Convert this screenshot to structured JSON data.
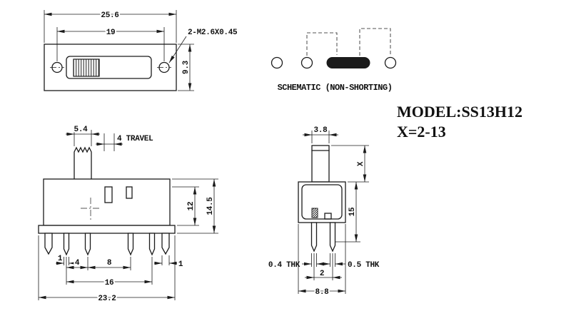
{
  "drawing": {
    "background": "#ffffff",
    "line_color": "#1b1b1b"
  },
  "model_info": {
    "model": "MODEL:SS13H12",
    "x_range": "X=2-13"
  },
  "schematic": {
    "caption": "SCHEMATIC (NON-SHORTING)"
  },
  "top_view": {
    "thread_callout": "2-M2.6X0.45",
    "dims": {
      "overall_width": "25.6",
      "hole_spacing": "19",
      "body_height": "9.3"
    }
  },
  "front_view": {
    "dims": {
      "knob_width": "5.4",
      "travel": "4 TRAVEL",
      "body_height": "12",
      "total_height": "14.5",
      "pin_width_left": "1",
      "pin_pitch_small": "4",
      "pin_pitch_large": "8",
      "pin_width_right": "1",
      "pin_span": "16",
      "overall_width": "23.2"
    }
  },
  "side_view": {
    "dims": {
      "knob_width": "3.8",
      "knob_height": "X",
      "body_height": "15",
      "pin_thickness_left": "0.4 THK",
      "pin_gap": "2",
      "pin_thickness_right": "0.5 THK",
      "overall_depth": "8.8"
    }
  }
}
